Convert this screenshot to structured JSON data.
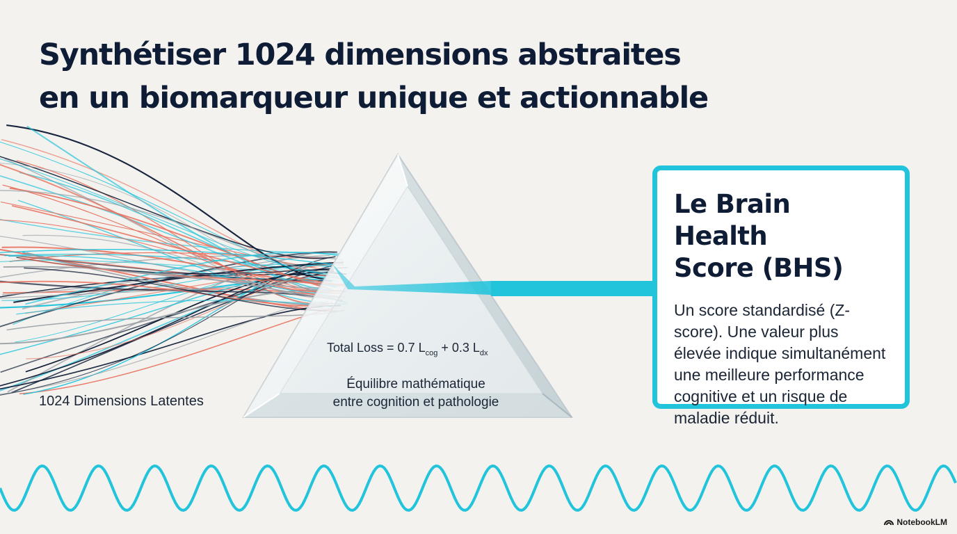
{
  "title": {
    "line1": "Synthétiser 1024 dimensions abstraites",
    "line2": "en un biomarqueur unique et actionnable"
  },
  "latent_label": "1024 Dimensions Latentes",
  "formula": {
    "prefix": "Total Loss = 0.7 L",
    "sub1": "cog",
    "middle": " + 0.3 L",
    "sub2": "dx"
  },
  "prism_caption": {
    "line1": "Équilibre mathématique",
    "line2": "entre cognition et pathologie"
  },
  "card": {
    "title": "Le Brain Health\nScore (BHS)",
    "body": "Un score standardisé (Z-score). Une valeur plus élevée indique simultanément une meilleure performance cognitive et un risque de maladie réduit."
  },
  "brand": "NotebookLM",
  "colors": {
    "background": "#f3f2ee",
    "accent_cyan": "#22c4dc",
    "coral": "#e8705e",
    "navy": "#0f1c36",
    "gray": "#9aa0a6"
  }
}
